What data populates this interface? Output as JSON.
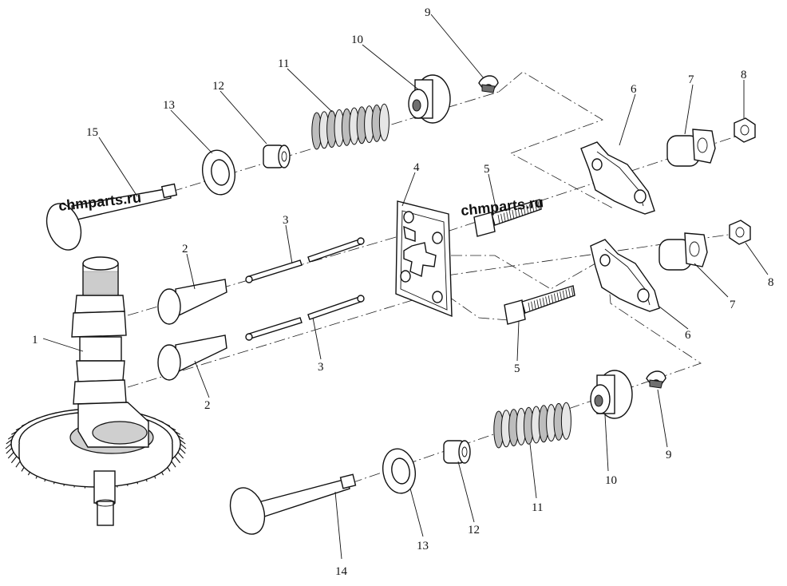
{
  "watermarks": [
    "chmparts.ru",
    "chmparts.ru"
  ],
  "callouts": {
    "c1": "1",
    "c2a": "2",
    "c2b": "2",
    "c3a": "3",
    "c3b": "3",
    "c4": "4",
    "c5a": "5",
    "c5b": "5",
    "c6a": "6",
    "c6b": "6",
    "c7a": "7",
    "c7b": "7",
    "c8a": "8",
    "c8b": "8",
    "c9a": "9",
    "c9b": "9",
    "c10a": "10",
    "c10b": "10",
    "c11a": "11",
    "c11b": "11",
    "c12a": "12",
    "c12b": "12",
    "c13a": "13",
    "c13b": "13",
    "c14": "14",
    "c15": "15"
  }
}
